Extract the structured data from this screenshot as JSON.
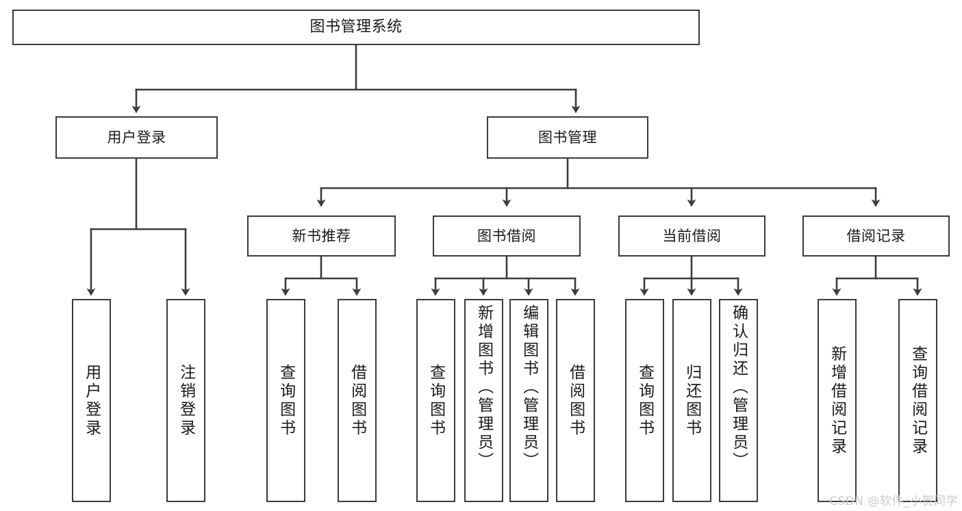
{
  "diagram": {
    "title": "图书管理系统",
    "type": "tree",
    "watermark": "CSDN @软件_小贺同学",
    "colors": {
      "stroke": "#3b3b3b",
      "fill": "#ffffff",
      "text": "#1a1a1a",
      "watermark": "#c9c9c9"
    },
    "nodes": {
      "root": {
        "label": "图书管理系统"
      },
      "level2": [
        {
          "id": "user-login",
          "label": "用户登录"
        },
        {
          "id": "book-manage",
          "label": "图书管理"
        }
      ],
      "level3": [
        {
          "id": "new-book-rec",
          "label": "新书推荐"
        },
        {
          "id": "book-borrow",
          "label": "图书借阅"
        },
        {
          "id": "current-borrow",
          "label": "当前借阅"
        },
        {
          "id": "borrow-record",
          "label": "借阅记录"
        }
      ],
      "leaves": [
        {
          "id": "leaf-user-login",
          "label": "用户登录",
          "parent": "user-login"
        },
        {
          "id": "leaf-user-logout",
          "label": "注销登录",
          "parent": "user-login"
        },
        {
          "id": "leaf-query-book-1",
          "label": "查询图书",
          "parent": "new-book-rec"
        },
        {
          "id": "leaf-borrow-book-1",
          "label": "借阅图书",
          "parent": "new-book-rec"
        },
        {
          "id": "leaf-query-book-2",
          "label": "查询图书",
          "parent": "book-borrow"
        },
        {
          "id": "leaf-add-book",
          "label": "新增图书（管理员）",
          "parent": "book-borrow"
        },
        {
          "id": "leaf-edit-book",
          "label": "编辑图书（管理员）",
          "parent": "book-borrow"
        },
        {
          "id": "leaf-borrow-book-2",
          "label": "借阅图书",
          "parent": "book-borrow"
        },
        {
          "id": "leaf-query-book-3",
          "label": "查询图书",
          "parent": "current-borrow"
        },
        {
          "id": "leaf-return-book",
          "label": "归还图书",
          "parent": "current-borrow"
        },
        {
          "id": "leaf-confirm-return",
          "label": "确认归还（管理员）",
          "parent": "current-borrow"
        },
        {
          "id": "leaf-add-record",
          "label": "新增借阅记录",
          "parent": "borrow-record"
        },
        {
          "id": "leaf-query-record",
          "label": "查询借阅记录",
          "parent": "borrow-record"
        }
      ]
    }
  }
}
